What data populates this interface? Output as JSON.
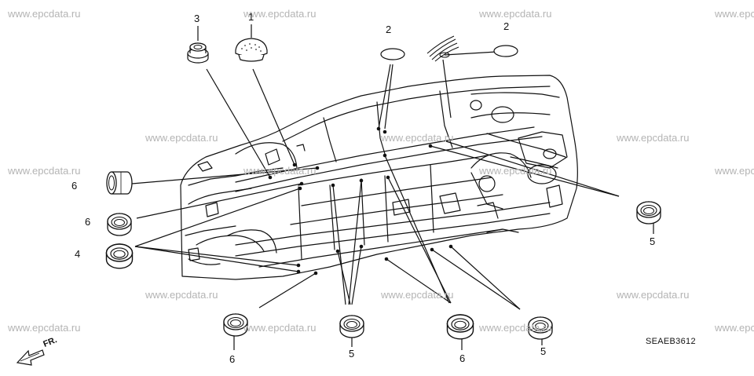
{
  "watermark": "www.epcdata.ru",
  "diagram_code": "SEAEB3612",
  "front_label": "FR.",
  "callouts": [
    "1",
    "2",
    "3",
    "4",
    "5",
    "6"
  ],
  "parts": [
    {
      "id": "1",
      "shape": "plug-cap"
    },
    {
      "id": "2",
      "shape": "seal-patch"
    },
    {
      "id": "3",
      "shape": "grommet-small"
    },
    {
      "id": "4",
      "shape": "grommet"
    },
    {
      "id": "5",
      "shape": "grommet"
    },
    {
      "id": "6",
      "shape": "grommet"
    }
  ]
}
